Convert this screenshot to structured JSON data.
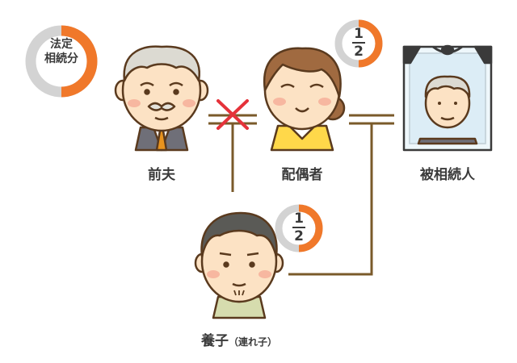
{
  "badge": {
    "line1": "法定",
    "line2": "相続分"
  },
  "people": {
    "ex_husband": {
      "label": "前夫"
    },
    "spouse": {
      "label": "配偶者",
      "share_num": "1",
      "share_den": "2",
      "share": 0.5
    },
    "deceased": {
      "label": "被相続人"
    },
    "stepchild": {
      "label": "養子",
      "sub": "（連れ子）",
      "share_num": "1",
      "share_den": "2",
      "share": 0.5
    }
  },
  "colors": {
    "orange": "#f0782a",
    "gray": "#d3d3d3",
    "line": "#7a5a2a",
    "cross": "#e5323a"
  }
}
